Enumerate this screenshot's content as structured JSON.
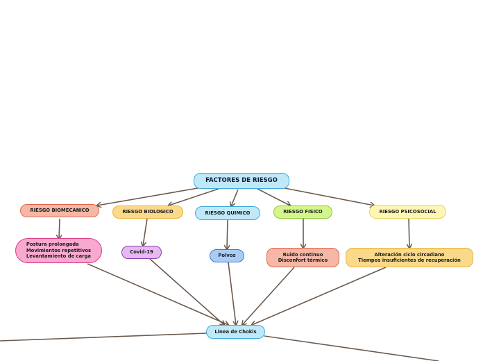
{
  "root": {
    "label": "FACTORES DE RIESGO"
  },
  "categories": [
    {
      "label": "RIESGO BIOMECANICO"
    },
    {
      "label": "RIESGO BIOLOGICO"
    },
    {
      "label": "RIESGO QUIMICO"
    },
    {
      "label": "RIESGO FISICO"
    },
    {
      "label": "RIESGO PSICOSOCIAL"
    }
  ],
  "details": [
    {
      "lines": [
        "Postura prolongada",
        "Movimientos repetitivos",
        "Levantamiento de carga"
      ]
    },
    {
      "lines": [
        "Covid-19"
      ]
    },
    {
      "lines": [
        "Polvos"
      ]
    },
    {
      "lines": [
        "Ruido continuo",
        "Disconfort térmico"
      ]
    },
    {
      "lines": [
        "Alteración ciclo circadiano",
        "Tiempos insuficientes de recuperación"
      ]
    }
  ],
  "sink": {
    "label": "Linea de Chokis"
  },
  "colors": {
    "edge": "#6b5a4e",
    "root_fill": "#bfe9f8",
    "root_border": "#3fa9d8",
    "biomecanico_fill": "#f6b8a6",
    "biomecanico_border": "#e0644a",
    "biologico_fill": "#fbd98a",
    "biologico_border": "#e9b23a",
    "quimico_fill": "#bfe9f8",
    "quimico_border": "#3fa9d8",
    "fisico_fill": "#d4f58a",
    "fisico_border": "#8cc83a",
    "psicosocial_fill": "#fdf6b4",
    "psicosocial_border": "#e6d65a",
    "postura_fill": "#f9a9cf",
    "postura_border": "#d83e88",
    "covid_fill": "#e6b8f4",
    "covid_border": "#8a3fa8",
    "polvos_fill": "#a9ccf6",
    "polvos_border": "#3f78c8",
    "ruido_fill": "#f6b8a6",
    "ruido_border": "#e0644a",
    "alteracion_fill": "#fbd98a",
    "alteracion_border": "#e9b23a",
    "sink_fill": "#bfe9f8",
    "sink_border": "#3fa9d8"
  }
}
